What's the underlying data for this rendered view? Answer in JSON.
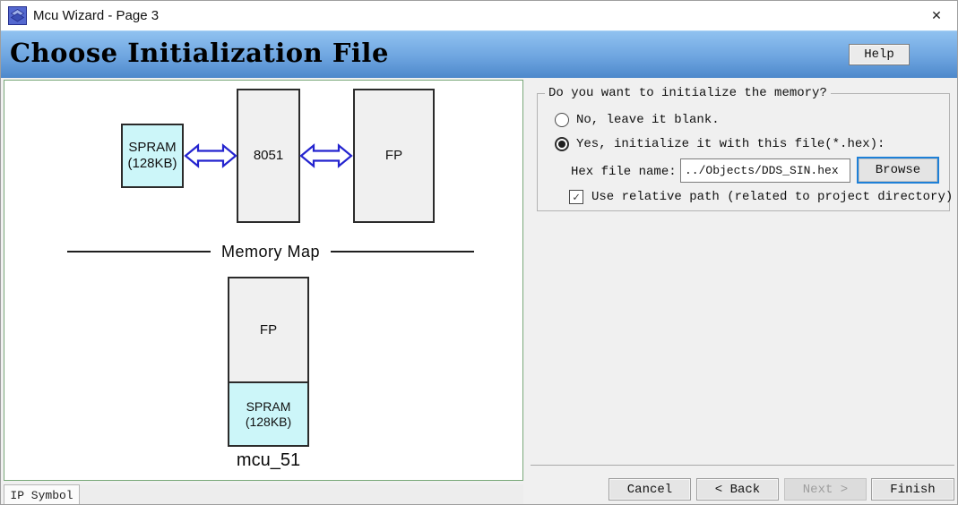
{
  "window": {
    "title": "Mcu Wizard - Page 3",
    "close_glyph": "✕"
  },
  "header": {
    "title": "Choose Initialization File",
    "help_label": "Help"
  },
  "diagram": {
    "spram_line1": "SPRAM",
    "spram_line2": "(128KB)",
    "cpu_label": "8051",
    "fp_label": "FP",
    "memory_map_title": "Memory Map",
    "mm_fp_label": "FP",
    "mm_spram_line1": "SPRAM",
    "mm_spram_line2": "(128KB)",
    "caption": "mcu_51",
    "colors": {
      "spram_fill": "#ccf6f9",
      "block_fill": "#f0f0f0",
      "arrow_blue": "#2424cf",
      "panel_border": "#79a879"
    }
  },
  "tabs": {
    "ip_symbol_label": "IP Symbol"
  },
  "form": {
    "group_title": "Do you want to initialize the memory?",
    "radio_no": {
      "label": "No, leave it blank.",
      "selected": false
    },
    "radio_yes": {
      "label": "Yes, initialize it with this file(*.hex):",
      "selected": true
    },
    "hex_label": "Hex file name:",
    "hex_value": "../Objects/DDS_SIN.hex",
    "browse_label": "Browse",
    "checkbox": {
      "label": "Use relative path (related to project directory)",
      "checked": true,
      "check_glyph": "✓"
    }
  },
  "footer": {
    "buttons": [
      {
        "label": "Cancel",
        "enabled": true
      },
      {
        "label": "< Back",
        "enabled": true
      },
      {
        "label": "Next >",
        "enabled": false
      },
      {
        "label": "Finish",
        "enabled": true
      }
    ]
  },
  "colors": {
    "accent_blue": "#1e80d7",
    "header_gradient_top": "#90c2f0",
    "header_gradient_bottom": "#4d88cb"
  }
}
